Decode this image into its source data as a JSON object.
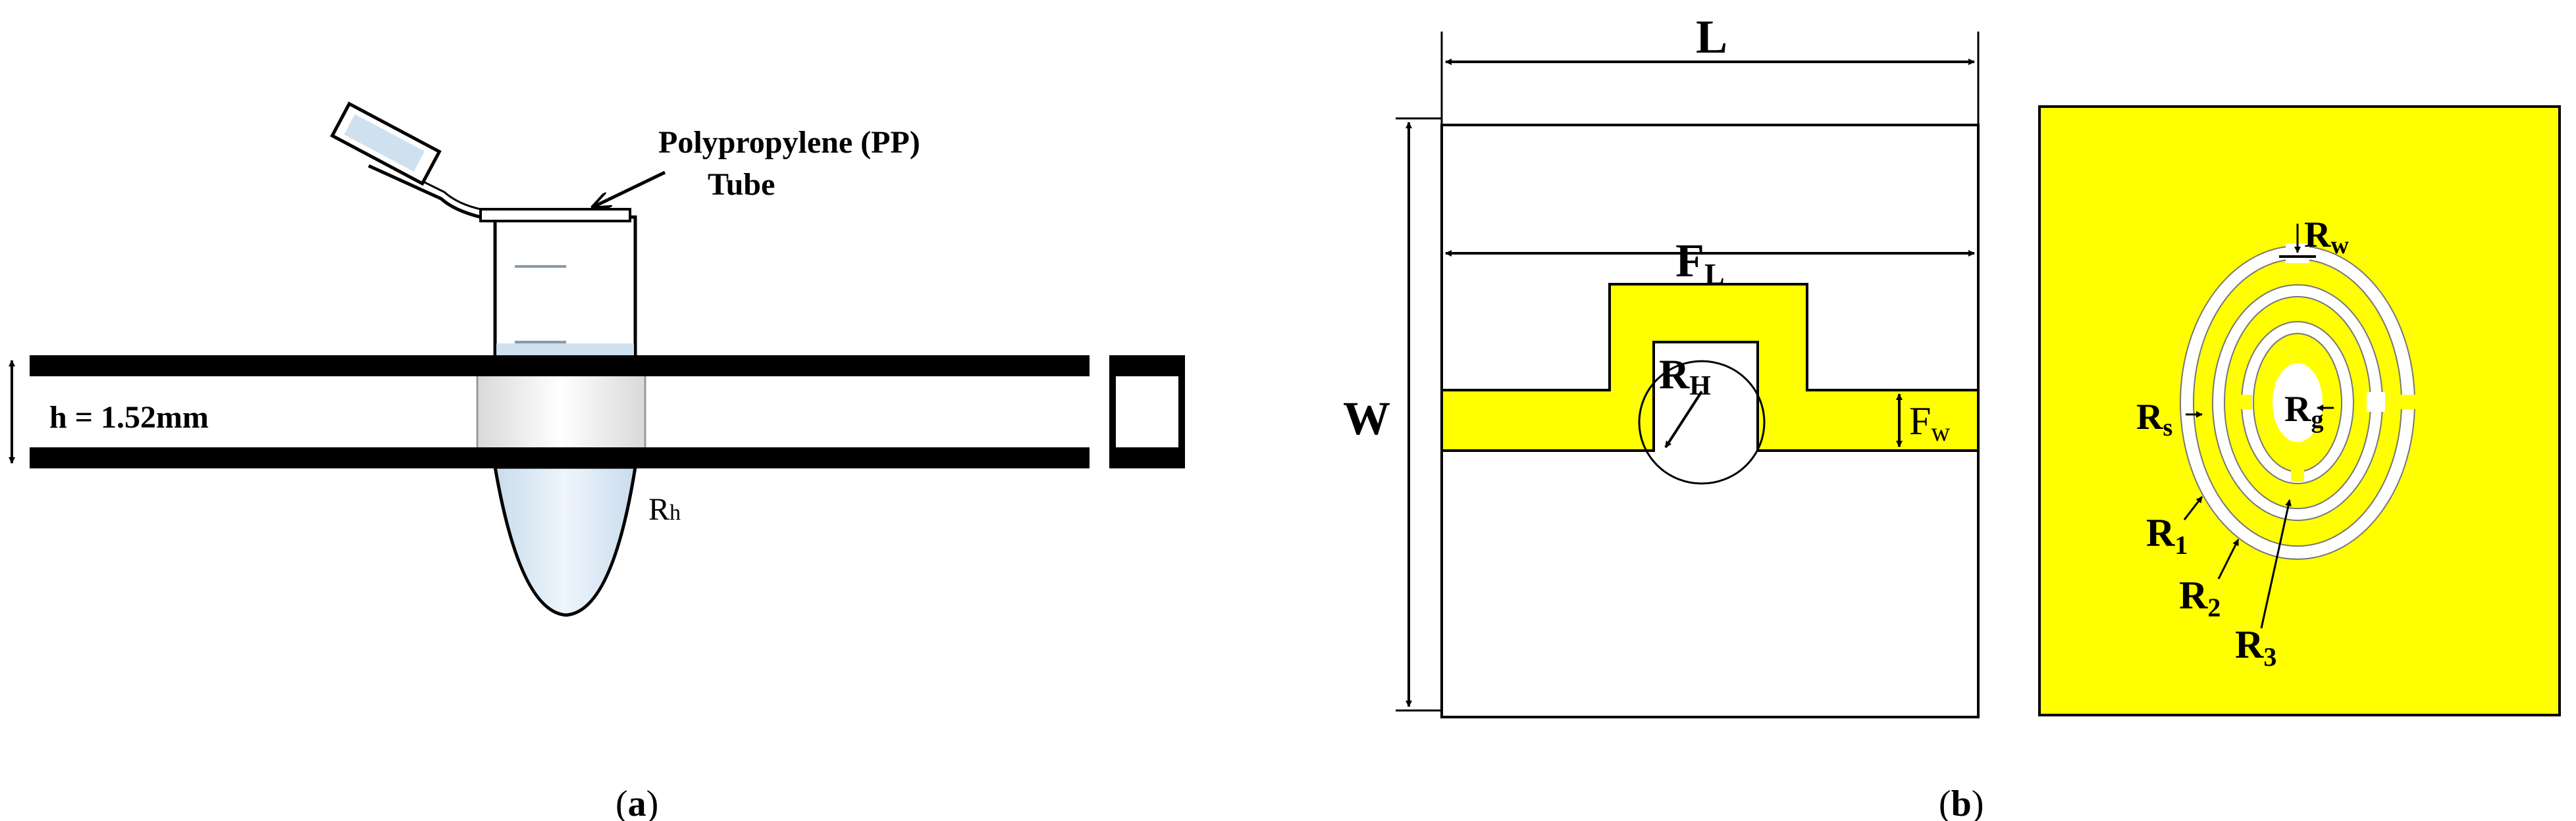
{
  "panel_a": {
    "tube_label_line1": "Polypropylene (PP)",
    "tube_label_line2": "Tube",
    "thickness_label": "h = 1.52mm",
    "hole_radius_label": "R",
    "hole_radius_sub": "h",
    "caption_open": "(",
    "caption_letter": "a",
    "caption_close": ")"
  },
  "panel_b": {
    "length_label": "L",
    "width_label": "W",
    "feed_length_label": "F",
    "feed_length_sub": "L",
    "feed_width_label": "F",
    "feed_width_sub": "w",
    "hole_label": "R",
    "hole_sub": "H",
    "ring_width_label": "R",
    "ring_width_sub": "w",
    "ring_spacing_label": "R",
    "ring_spacing_sub": "s",
    "ring_gap_label": "R",
    "ring_gap_sub": "g",
    "r1_label": "R",
    "r1_sub": "1",
    "r2_label": "R",
    "r2_sub": "2",
    "r3_label": "R",
    "r3_sub": "3",
    "caption_open": "(",
    "caption_letter": "b",
    "caption_close": ")"
  },
  "colors": {
    "copper": "#ffff00",
    "substrate": "#ffffff",
    "line": "#000000",
    "tube_liquid": "#dbe9f5"
  }
}
